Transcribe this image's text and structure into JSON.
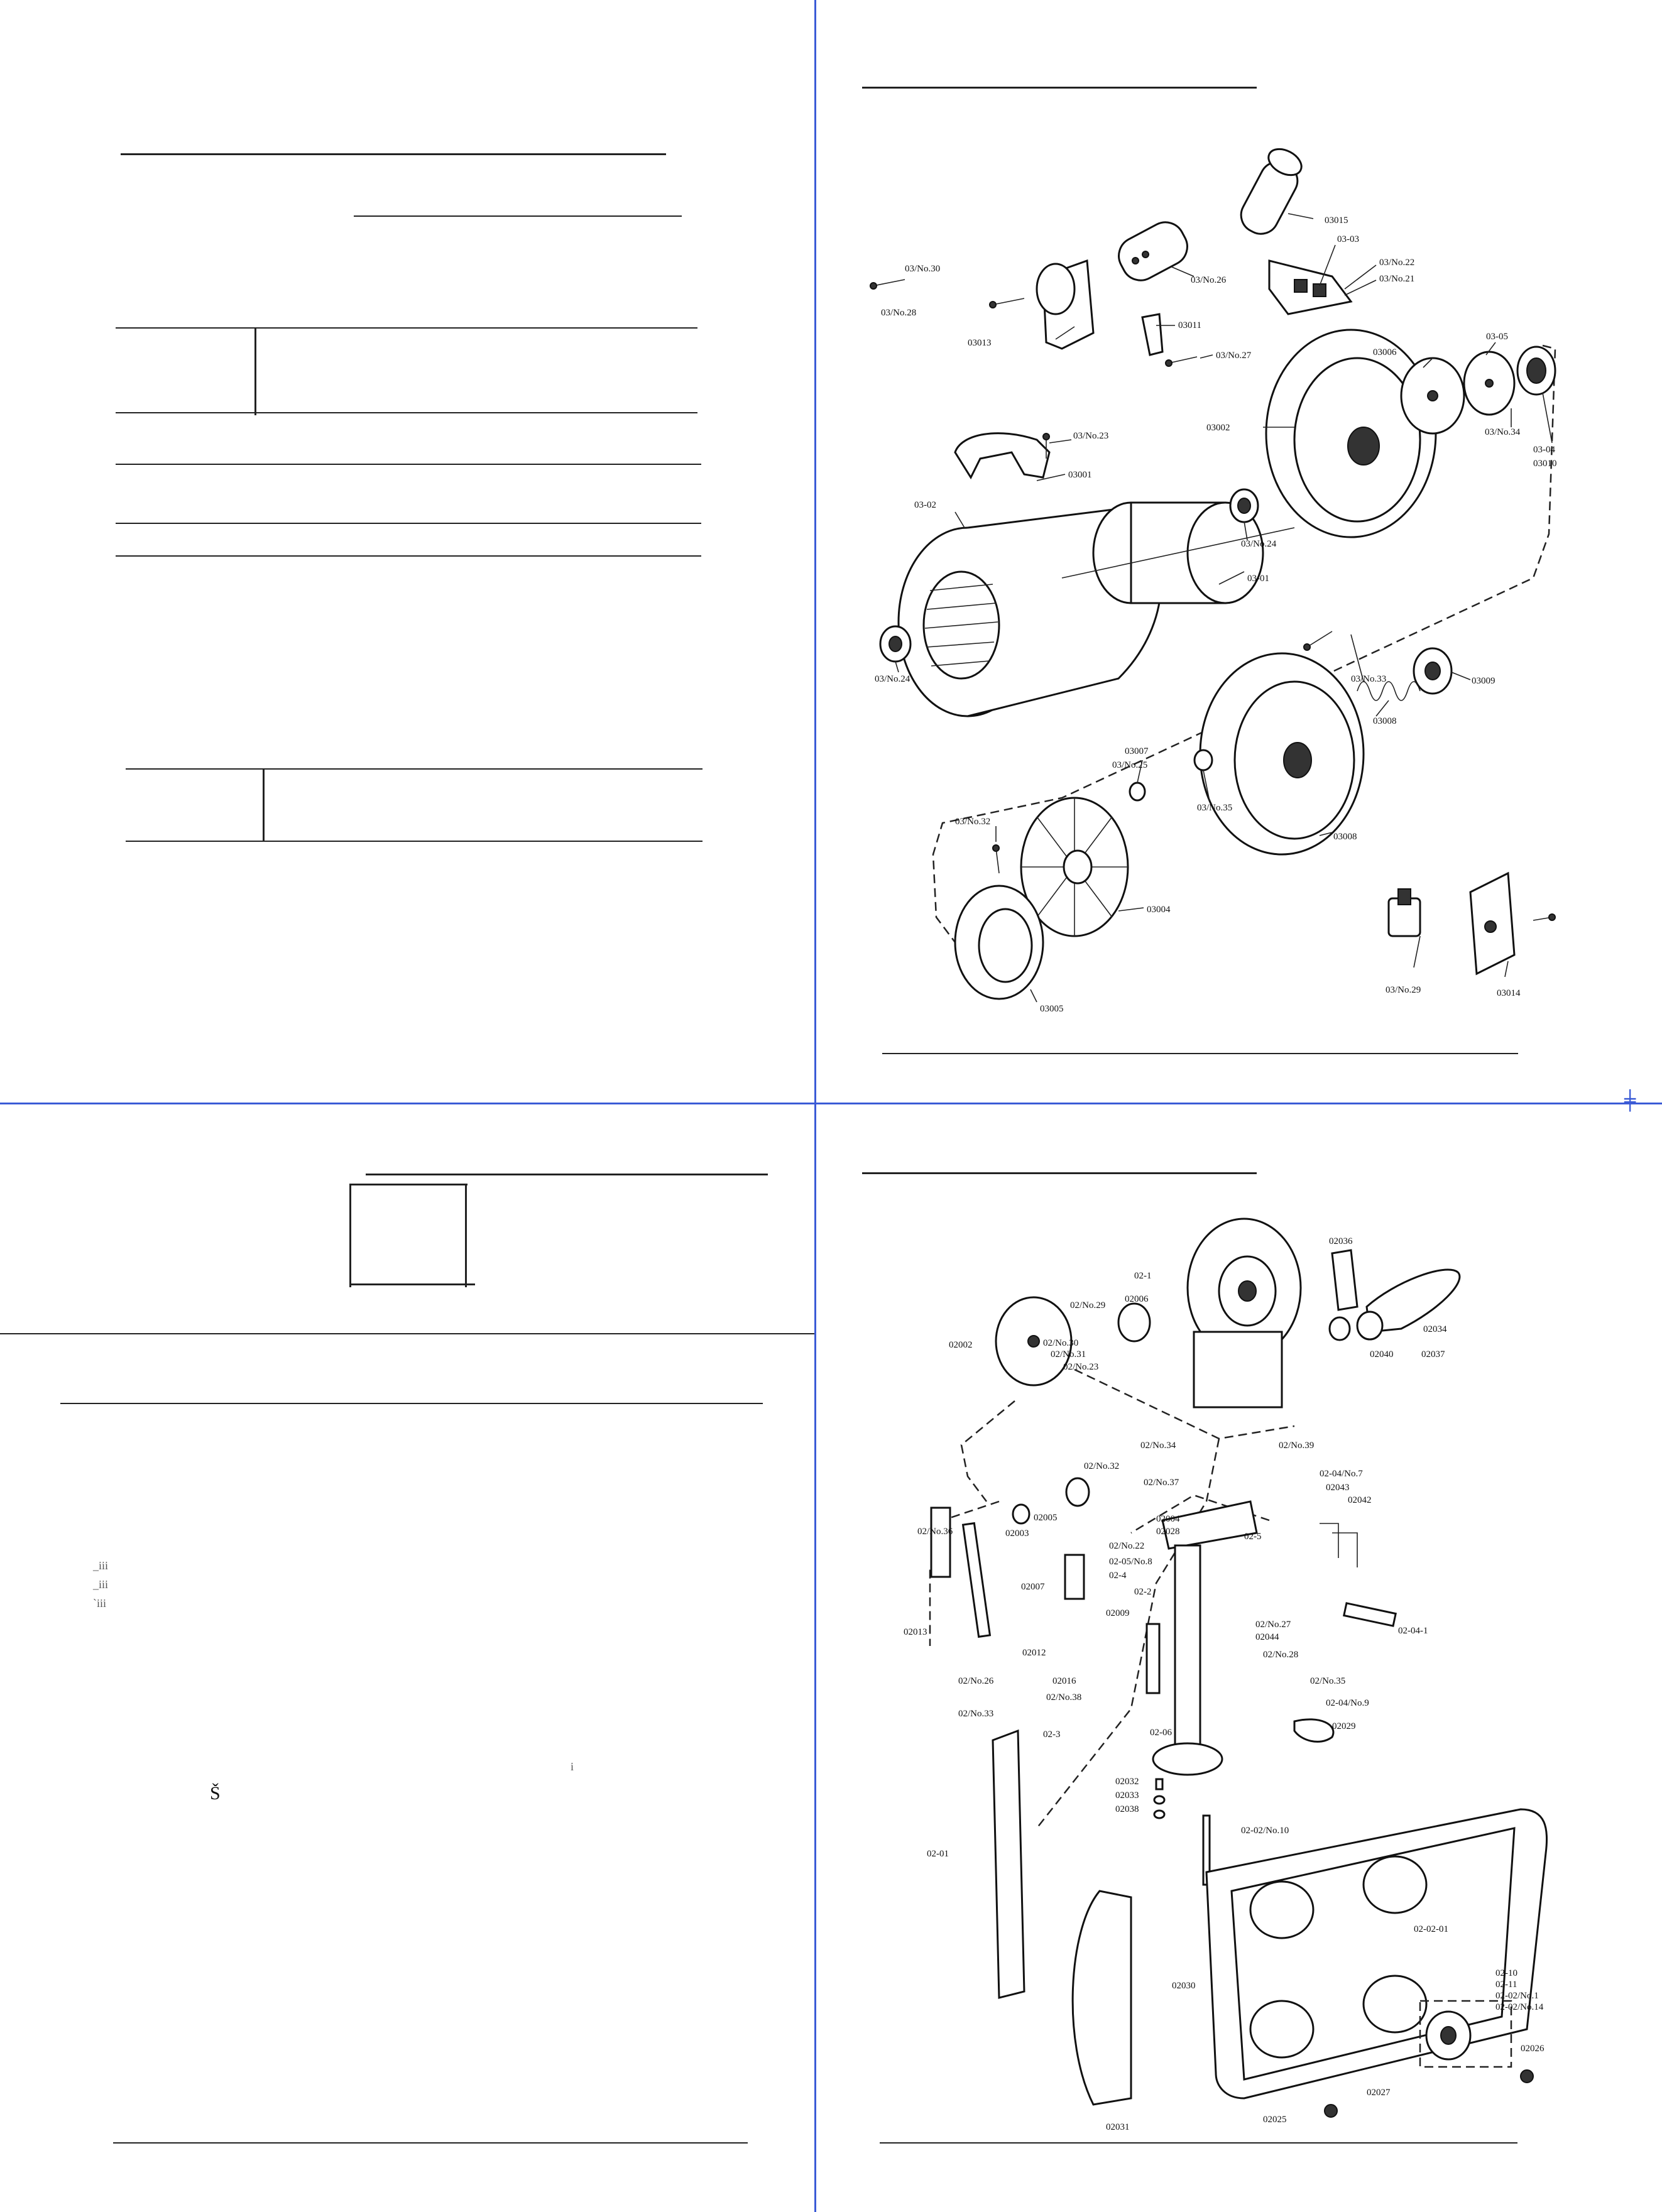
{
  "document": {
    "top_motor_figure": {
      "labels": [
        "03015",
        "03-03",
        "03/No.22",
        "03/No.21",
        "03/No.30",
        "03/No.28",
        "03/No.26",
        "03013",
        "03011",
        "03/No.27",
        "03006",
        "03-05",
        "03/No.34",
        "03-04",
        "03010",
        "03/No.23",
        "03002",
        "03001",
        "03-02",
        "03/No.24",
        "03-01",
        "03/No.24",
        "03/No.33",
        "03009",
        "03008",
        "03007",
        "03/No.25",
        "03/No.35",
        "03/No.32",
        "03008",
        "03004",
        "03005",
        "03/No.29",
        "03014"
      ]
    },
    "bottom_frame_figure": {
      "labels": [
        "02036",
        "02-1",
        "02/No.29",
        "02006",
        "02/No.30",
        "02/No.31",
        "02/No.23",
        "02002",
        "02034",
        "02040",
        "02037",
        "02/No.34",
        "02/No.39",
        "02/No.32",
        "02/No.37",
        "02-04/No.7",
        "02043",
        "02-5",
        "02042",
        "02005",
        "02004",
        "02028",
        "02/No.36",
        "02003",
        "02/No.22",
        "02-05/No.8",
        "02007",
        "02-4",
        "02-2",
        "02009",
        "02/No.27",
        "02044",
        "02-04-1",
        "02013",
        "02012",
        "02/No.28",
        "02016",
        "02/No.35",
        "02/No.26",
        "02/No.38",
        "02-04/No.9",
        "02/No.33",
        "02-3",
        "02-06",
        "02029",
        "02032",
        "02033",
        "02038",
        "02-02/No.10",
        "02-01",
        "02-02-01",
        "02-10",
        "02-11",
        "02-02/No.1",
        "02-02/No.14",
        "02030",
        "02026",
        "02027",
        "02031",
        "02025"
      ]
    },
    "stray_marks": {
      "mark_a": "_iii",
      "mark_b": "_iii",
      "mark_c": "`iii",
      "mark_s": "Š",
      "mark_dot": "i"
    },
    "icons": {
      "corner": "page-break-icon"
    }
  }
}
